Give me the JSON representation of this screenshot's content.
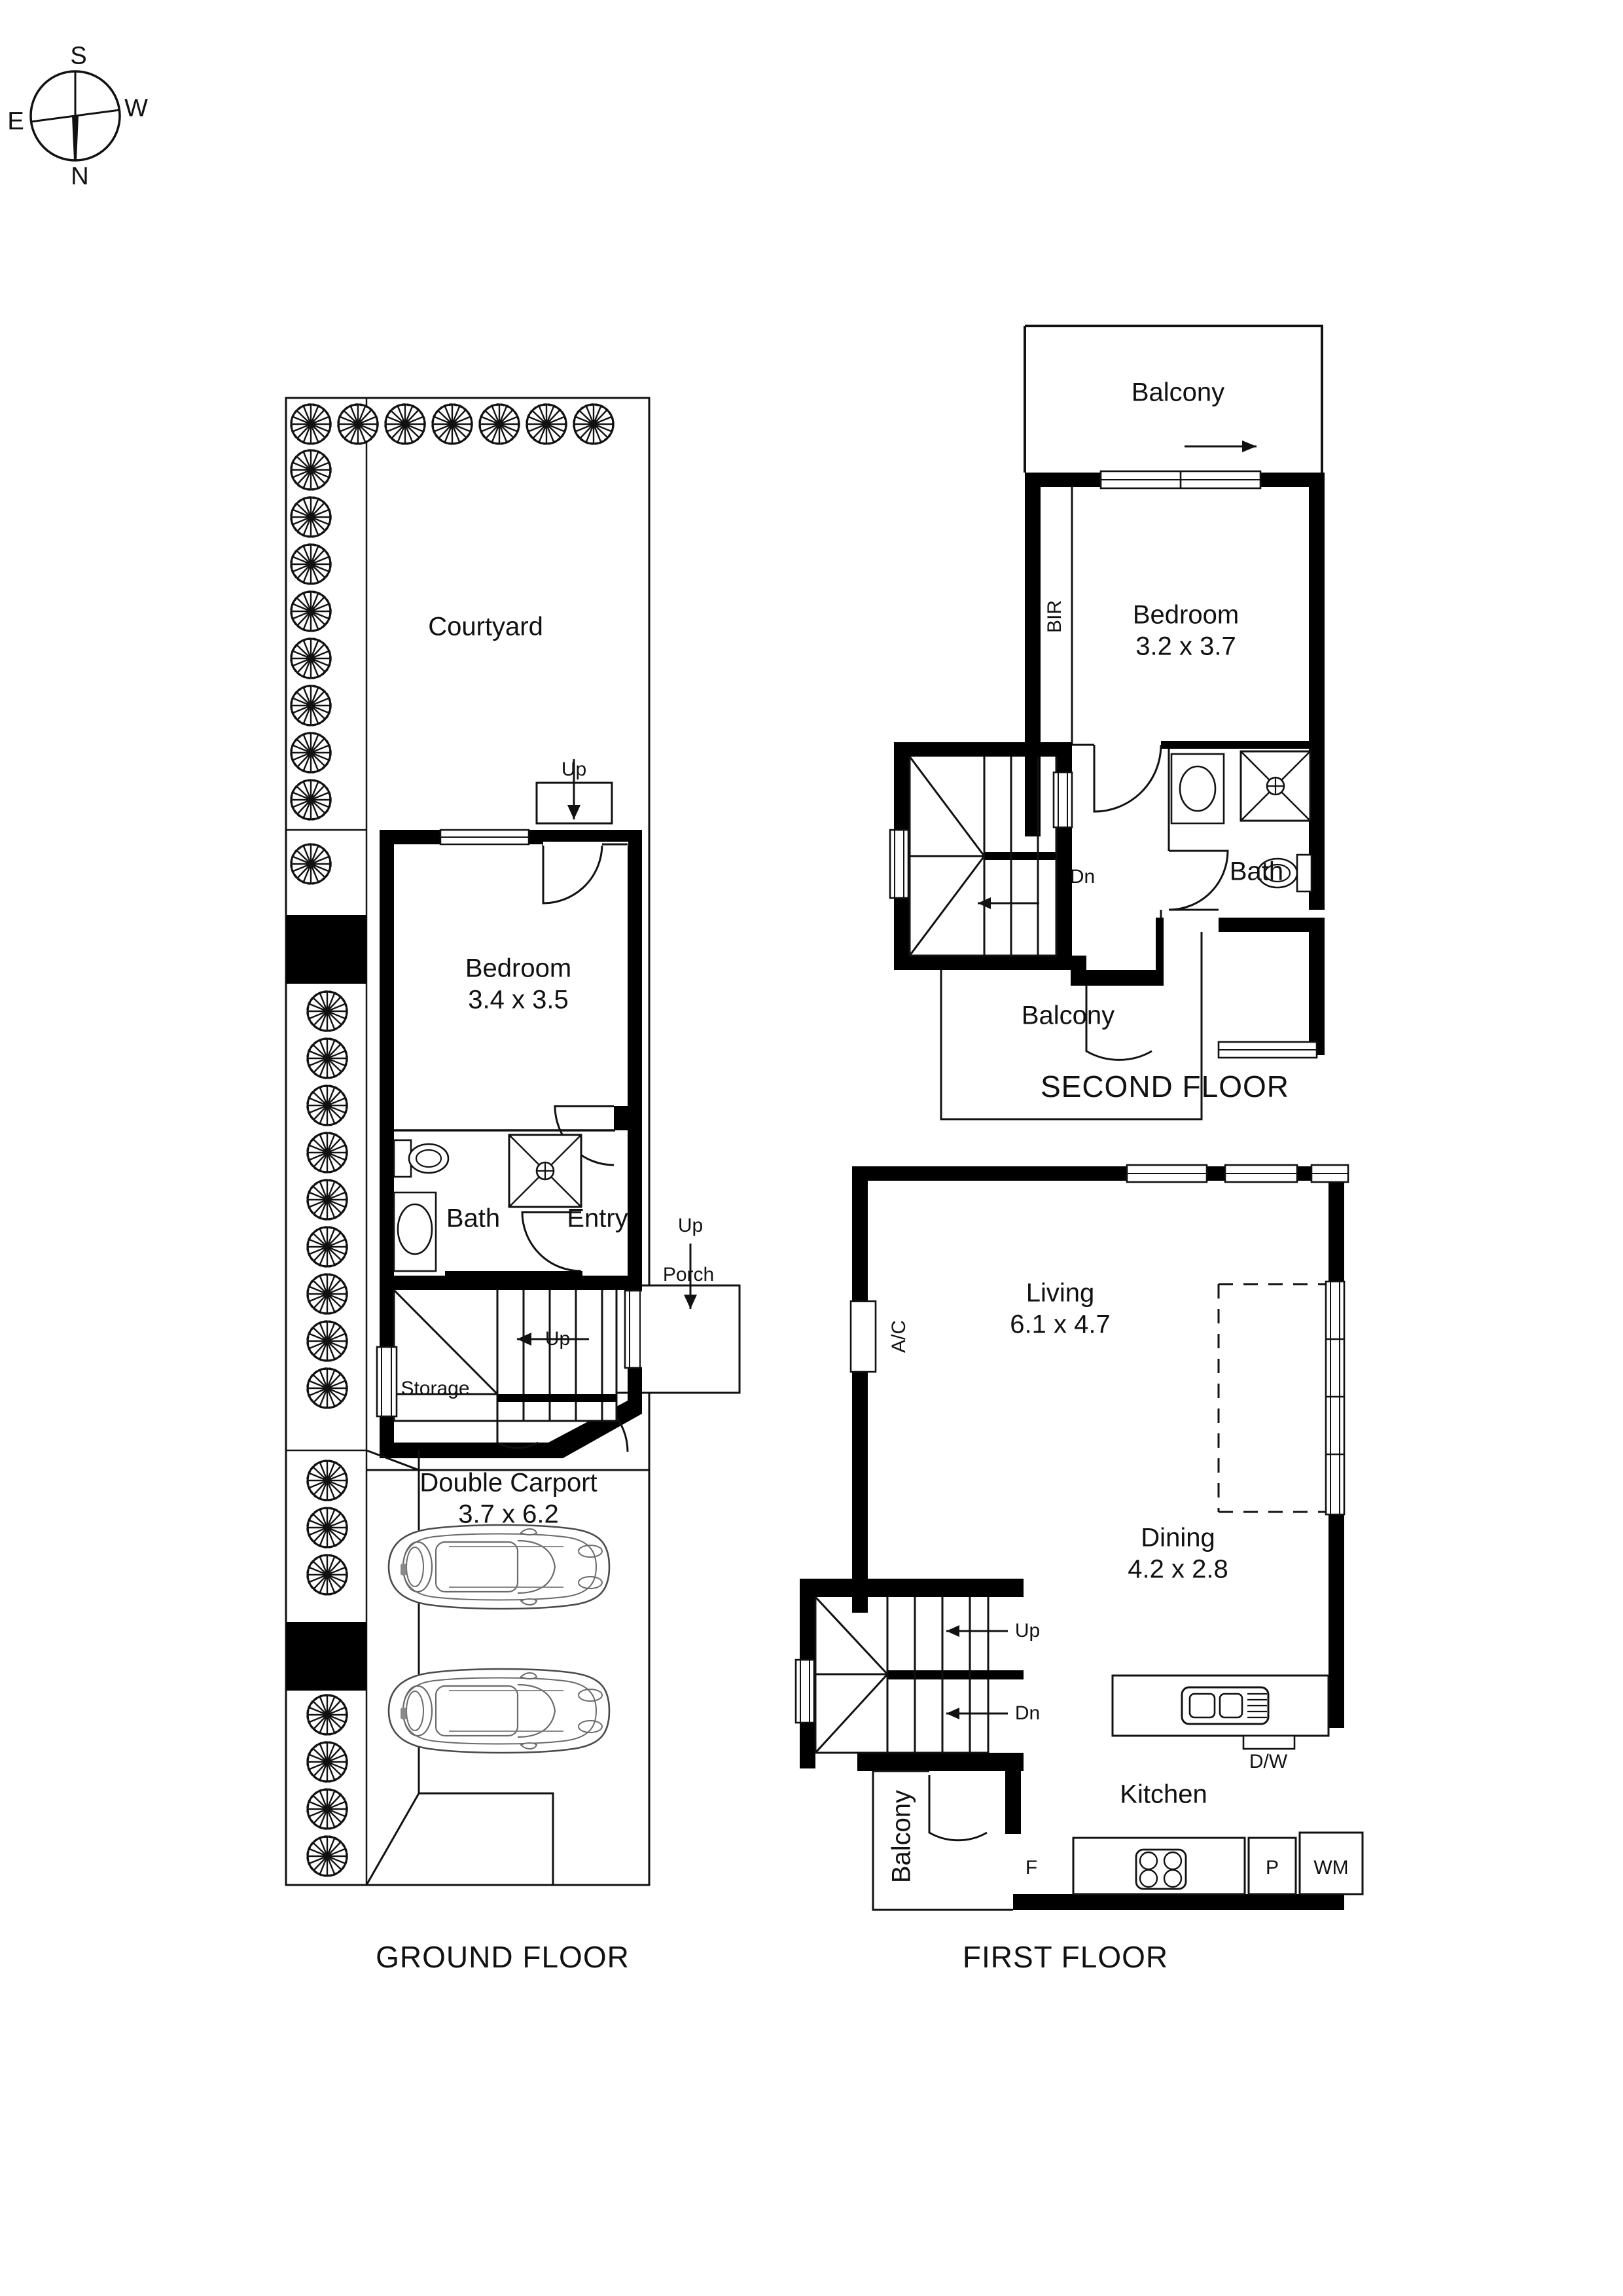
{
  "document": {
    "type": "residential-floor-plan",
    "floors": [
      "GROUND FLOOR",
      "FIRST FLOOR",
      "SECOND FLOOR"
    ]
  },
  "compass": {
    "name": "compass-rose",
    "top": "S",
    "bottom": "N",
    "left": "E",
    "right": "W"
  },
  "ground_floor": {
    "label": "GROUND FLOOR",
    "rooms": [
      {
        "name": "Courtyard",
        "dim": ""
      },
      {
        "name": "Bedroom",
        "dim": "3.4 x 3.5"
      },
      {
        "name": "Bath",
        "dim": ""
      },
      {
        "name": "Entry",
        "dim": ""
      },
      {
        "name": "Porch",
        "dim": ""
      },
      {
        "name": "Storage",
        "dim": ""
      },
      {
        "name": "Double Carport",
        "dim": "3.7 x 6.2"
      }
    ],
    "markers": [
      {
        "text": "Up",
        "at": "courtyard-step"
      },
      {
        "text": "Up",
        "at": "entry-porch"
      },
      {
        "text": "Up",
        "at": "internal-stair"
      }
    ]
  },
  "first_floor": {
    "label": "FIRST FLOOR",
    "rooms": [
      {
        "name": "Living",
        "dim": "6.1 x 4.7"
      },
      {
        "name": "Dining",
        "dim": "4.2 x 2.8"
      },
      {
        "name": "Kitchen",
        "dim": ""
      },
      {
        "name": "Balcony",
        "dim": ""
      }
    ],
    "annotations": [
      {
        "text": "A/C",
        "type": "air-conditioner"
      },
      {
        "text": "D/W",
        "type": "dishwasher"
      },
      {
        "text": "F",
        "type": "fridge"
      },
      {
        "text": "P",
        "type": "pantry"
      },
      {
        "text": "WM",
        "type": "washing-machine"
      }
    ],
    "markers": [
      {
        "text": "Up",
        "at": "stair-up"
      },
      {
        "text": "Dn",
        "at": "stair-down"
      }
    ]
  },
  "second_floor": {
    "label": "SECOND FLOOR",
    "rooms": [
      {
        "name": "Balcony",
        "dim": "",
        "position": "north"
      },
      {
        "name": "Bedroom",
        "dim": "3.2 x 3.7"
      },
      {
        "name": "Bath",
        "dim": ""
      },
      {
        "name": "Balcony",
        "dim": "",
        "position": "south"
      }
    ],
    "annotations": [
      {
        "text": "BIR",
        "type": "built-in-robe"
      }
    ],
    "markers": [
      {
        "text": "Dn",
        "at": "stair-down"
      }
    ]
  },
  "colors": {
    "wall": "#000000",
    "line": "#1a1a1a",
    "background": "#ffffff",
    "fixture": "#333333"
  }
}
